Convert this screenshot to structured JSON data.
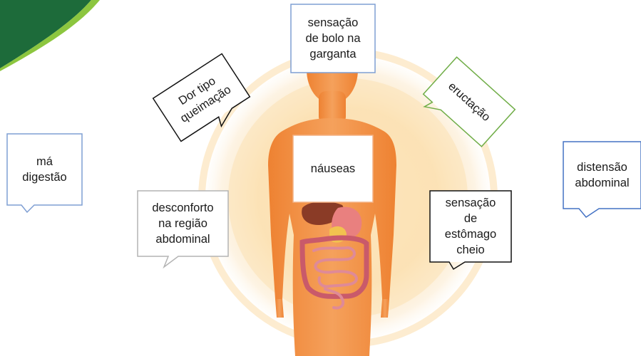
{
  "slide": {
    "symptoms": {
      "ma_digestao": "má\ndigestão",
      "dor_queimacao": "Dor tipo\nqueimação",
      "bolo_garganta": "sensação\nde bolo na\ngarganta",
      "eructacao": "eructação",
      "nauseas": "náuseas",
      "distensao": "distensão\nabdominal",
      "desconforto": "desconforto\nna região\nabdominal",
      "estomago_cheio": "sensação\nde\nestômago\ncheio"
    }
  },
  "colors": {
    "header_green": "#1d6b3a",
    "header_light_green": "#8cc63f",
    "skin": "#f28c3b",
    "glow": "#fbe3b8",
    "callout_blue": "#7f9fd3",
    "callout_dark_blue": "#4472c4",
    "callout_green": "#70ad47",
    "callout_black": "#111111",
    "callout_gray": "#b4b4b4"
  },
  "icons": [
    "human-body-illustration",
    "digestive-organs-illustration",
    "speech-bubble"
  ]
}
